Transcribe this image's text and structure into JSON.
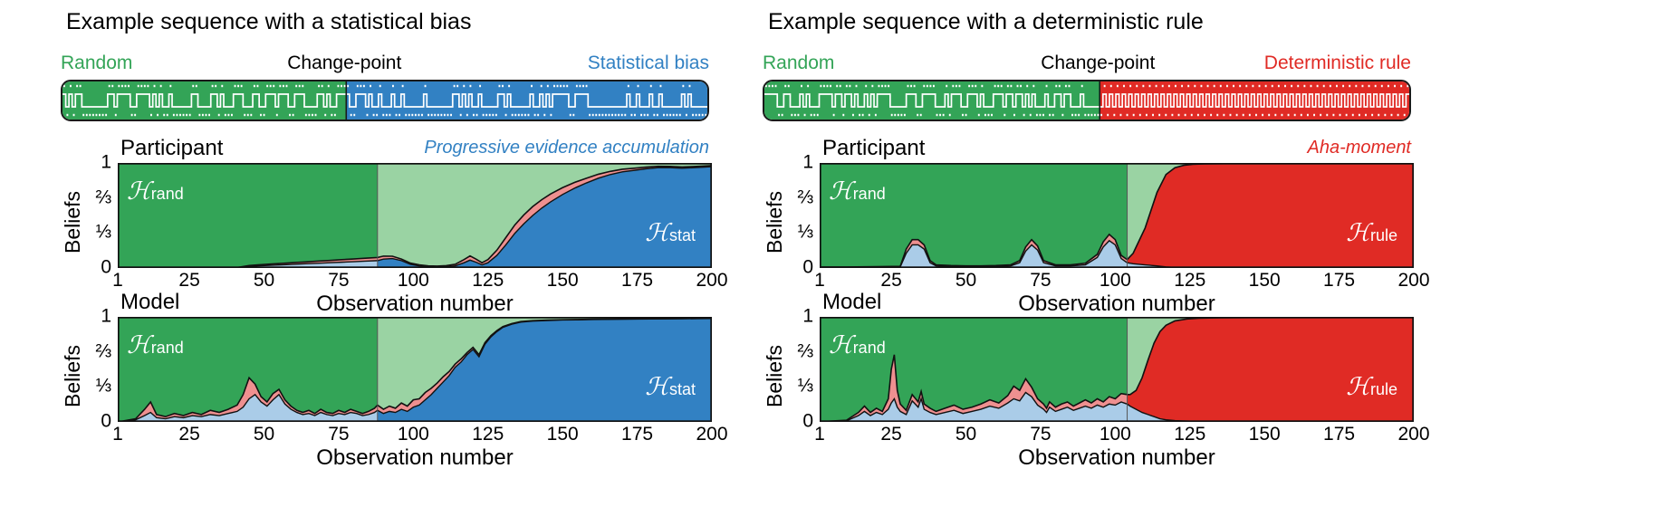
{
  "colors": {
    "green_dark": "#33a457",
    "green_light": "#9ad3a3",
    "blue": "#3281c3",
    "blue_light": "#aacce8",
    "red": "#e02b25",
    "salmon": "#ef9090",
    "black": "#1a1a1a",
    "white": "#ffffff"
  },
  "panels": [
    {
      "id": "statistical",
      "title": "Example sequence with a statistical bias",
      "sequence": {
        "label_left": "Random",
        "label_mid": "Change-point",
        "label_right": "Statistical bias",
        "left_color": "#33a457",
        "right_color": "#3281c3",
        "change_point": 88,
        "n": 200
      },
      "subplots": [
        {
          "id": "participant",
          "title": "Participant",
          "annotation": "Progressive evidence accumulation",
          "annotation_color": "#3281c3",
          "ylabel": "Beliefs",
          "xlabel": "Observation number",
          "yticks": [
            "1",
            "⅔",
            "⅓",
            "0"
          ],
          "ytick_values": [
            1,
            0.6667,
            0.3333,
            0
          ],
          "xticks": [
            "1",
            "25",
            "50",
            "75",
            "100",
            "125",
            "150",
            "175",
            "200"
          ],
          "xtick_values": [
            1,
            25,
            50,
            75,
            100,
            125,
            150,
            175,
            200
          ],
          "label_rand": {
            "sym": "H",
            "sub": "rand"
          },
          "label_other": {
            "sym": "H",
            "sub": "stat"
          },
          "other_color": "#3281c3",
          "change_point": 88
        },
        {
          "id": "model",
          "title": "Model",
          "annotation": "",
          "annotation_color": "#3281c3",
          "ylabel": "Beliefs",
          "xlabel": "Observation number",
          "yticks": [
            "1",
            "⅔",
            "⅓",
            "0"
          ],
          "ytick_values": [
            1,
            0.6667,
            0.3333,
            0
          ],
          "xticks": [
            "1",
            "25",
            "50",
            "75",
            "100",
            "125",
            "150",
            "175",
            "200"
          ],
          "xtick_values": [
            1,
            25,
            50,
            75,
            100,
            125,
            150,
            175,
            200
          ],
          "label_rand": {
            "sym": "H",
            "sub": "rand"
          },
          "label_other": {
            "sym": "H",
            "sub": "stat"
          },
          "other_color": "#3281c3",
          "change_point": 88
        }
      ]
    },
    {
      "id": "deterministic",
      "title": "Example sequence with a deterministic rule",
      "sequence": {
        "label_left": "Random",
        "label_mid": "Change-point",
        "label_right": "Deterministic rule",
        "left_color": "#33a457",
        "right_color": "#e02b25",
        "change_point": 104,
        "n": 200
      },
      "subplots": [
        {
          "id": "participant",
          "title": "Participant",
          "annotation": "Aha-moment",
          "annotation_color": "#e02b25",
          "ylabel": "Beliefs",
          "xlabel": "Observation number",
          "yticks": [
            "1",
            "⅔",
            "⅓",
            "0"
          ],
          "ytick_values": [
            1,
            0.6667,
            0.3333,
            0
          ],
          "xticks": [
            "1",
            "25",
            "50",
            "75",
            "100",
            "125",
            "150",
            "175",
            "200"
          ],
          "xtick_values": [
            1,
            25,
            50,
            75,
            100,
            125,
            150,
            175,
            200
          ],
          "label_rand": {
            "sym": "H",
            "sub": "rand"
          },
          "label_other": {
            "sym": "H",
            "sub": "rule"
          },
          "other_color": "#e02b25",
          "change_point": 104
        },
        {
          "id": "model",
          "title": "Model",
          "annotation": "",
          "annotation_color": "#e02b25",
          "ylabel": "Beliefs",
          "xlabel": "Observation number",
          "yticks": [
            "1",
            "⅔",
            "⅓",
            "0"
          ],
          "ytick_values": [
            1,
            0.6667,
            0.3333,
            0
          ],
          "xticks": [
            "1",
            "25",
            "50",
            "75",
            "100",
            "125",
            "150",
            "175",
            "200"
          ],
          "xtick_values": [
            1,
            25,
            50,
            75,
            100,
            125,
            150,
            175,
            200
          ],
          "label_rand": {
            "sym": "H",
            "sub": "rand"
          },
          "label_other": {
            "sym": "H",
            "sub": "rule"
          },
          "other_color": "#e02b25",
          "change_point": 104
        }
      ]
    }
  ],
  "chart_data": [
    {
      "id": "stat-participant",
      "type": "area",
      "title": "Participant",
      "xlabel": "Observation number",
      "ylabel": "Beliefs",
      "xlim": [
        1,
        200
      ],
      "ylim": [
        0,
        1
      ],
      "grid": false,
      "legend": [
        "Hrand",
        "Hstat",
        "Hrule"
      ],
      "x": [
        1,
        10,
        20,
        30,
        40,
        45,
        48,
        52,
        56,
        60,
        64,
        68,
        72,
        76,
        80,
        84,
        88,
        90,
        93,
        96,
        99,
        102,
        105,
        108,
        111,
        114,
        117,
        119,
        121,
        123,
        125,
        128,
        131,
        134,
        137,
        140,
        143,
        146,
        150,
        154,
        158,
        162,
        166,
        170,
        174,
        178,
        182,
        186,
        190,
        194,
        197,
        200
      ],
      "series": [
        {
          "name": "Hstat",
          "values": [
            0,
            0,
            0,
            0,
            0,
            0.015,
            0.02,
            0.025,
            0.03,
            0.035,
            0.04,
            0.045,
            0.05,
            0.055,
            0.06,
            0.065,
            0.07,
            0.085,
            0.09,
            0.07,
            0.035,
            0.02,
            0.012,
            0.01,
            0.012,
            0.02,
            0.05,
            0.075,
            0.055,
            0.03,
            0.05,
            0.12,
            0.22,
            0.33,
            0.42,
            0.5,
            0.57,
            0.63,
            0.7,
            0.76,
            0.81,
            0.855,
            0.89,
            0.915,
            0.93,
            0.945,
            0.955,
            0.955,
            0.95,
            0.955,
            0.96,
            0.965
          ]
        },
        {
          "name": "Hrule",
          "values": [
            0,
            0,
            0,
            0,
            0,
            0.008,
            0.01,
            0.012,
            0.014,
            0.016,
            0.018,
            0.02,
            0.022,
            0.024,
            0.026,
            0.028,
            0.03,
            0.028,
            0.022,
            0.015,
            0.012,
            0.01,
            0.008,
            0.008,
            0.01,
            0.015,
            0.03,
            0.04,
            0.03,
            0.02,
            0.03,
            0.05,
            0.07,
            0.08,
            0.085,
            0.085,
            0.08,
            0.075,
            0.065,
            0.055,
            0.045,
            0.038,
            0.03,
            0.025,
            0.02,
            0.016,
            0.013,
            0.012,
            0.012,
            0.011,
            0.01,
            0.01
          ]
        }
      ],
      "hrand_is_remainder": true
    },
    {
      "id": "stat-model",
      "type": "area",
      "title": "Model",
      "xlabel": "Observation number",
      "ylabel": "Beliefs",
      "xlim": [
        1,
        200
      ],
      "ylim": [
        0,
        1
      ],
      "grid": false,
      "legend": [
        "Hrand",
        "Hstat",
        "Hrule"
      ],
      "x": [
        1,
        4,
        7,
        10,
        12,
        14,
        17,
        20,
        23,
        26,
        29,
        32,
        35,
        38,
        41,
        43,
        45,
        47,
        49,
        51,
        53,
        55,
        57,
        59,
        61,
        63,
        65,
        67,
        69,
        71,
        73,
        75,
        77,
        79,
        81,
        83,
        85,
        87,
        88,
        90,
        92,
        94,
        96,
        98,
        100,
        102,
        104,
        106,
        108,
        110,
        112,
        114,
        116,
        118,
        120,
        122,
        124,
        126,
        128,
        130,
        133,
        136,
        140,
        145,
        150,
        155,
        160,
        170,
        180,
        190,
        200
      ],
      "series": [
        {
          "name": "Hstat",
          "values": [
            0,
            0.01,
            0.02,
            0.06,
            0.09,
            0.04,
            0.03,
            0.05,
            0.04,
            0.06,
            0.05,
            0.07,
            0.06,
            0.08,
            0.1,
            0.14,
            0.22,
            0.26,
            0.19,
            0.15,
            0.21,
            0.26,
            0.17,
            0.12,
            0.09,
            0.07,
            0.08,
            0.06,
            0.09,
            0.07,
            0.06,
            0.08,
            0.07,
            0.09,
            0.08,
            0.06,
            0.07,
            0.09,
            0.11,
            0.08,
            0.1,
            0.09,
            0.12,
            0.1,
            0.14,
            0.16,
            0.21,
            0.26,
            0.32,
            0.38,
            0.44,
            0.52,
            0.57,
            0.64,
            0.69,
            0.62,
            0.74,
            0.81,
            0.86,
            0.9,
            0.93,
            0.95,
            0.96,
            0.965,
            0.97,
            0.972,
            0.975,
            0.978,
            0.98,
            0.982,
            0.985
          ]
        },
        {
          "name": "Hrule",
          "values": [
            0,
            0.005,
            0.01,
            0.06,
            0.1,
            0.03,
            0.02,
            0.03,
            0.02,
            0.03,
            0.02,
            0.04,
            0.03,
            0.04,
            0.06,
            0.12,
            0.2,
            0.1,
            0.05,
            0.04,
            0.06,
            0.05,
            0.04,
            0.03,
            0.02,
            0.02,
            0.03,
            0.02,
            0.03,
            0.02,
            0.02,
            0.03,
            0.02,
            0.03,
            0.02,
            0.02,
            0.03,
            0.04,
            0.05,
            0.04,
            0.05,
            0.04,
            0.06,
            0.05,
            0.07,
            0.06,
            0.07,
            0.06,
            0.05,
            0.05,
            0.04,
            0.03,
            0.03,
            0.02,
            0.02,
            0.02,
            0.015,
            0.012,
            0.01,
            0.008,
            0.006,
            0.005,
            0.004,
            0.004,
            0.003,
            0.003,
            0.003,
            0.002,
            0.002,
            0.002,
            0.002
          ]
        }
      ],
      "hrand_is_remainder": true
    },
    {
      "id": "rule-participant",
      "type": "area",
      "title": "Participant",
      "xlabel": "Observation number",
      "ylabel": "Beliefs",
      "xlim": [
        1,
        200
      ],
      "ylim": [
        0,
        1
      ],
      "grid": false,
      "legend": [
        "Hrand",
        "Hstat",
        "Hrule"
      ],
      "x": [
        1,
        10,
        20,
        28,
        30,
        32,
        34,
        36,
        38,
        40,
        45,
        50,
        55,
        60,
        65,
        68,
        70,
        72,
        74,
        76,
        80,
        85,
        90,
        94,
        96,
        98,
        100,
        102,
        104,
        106,
        110,
        114,
        117,
        120,
        123,
        126,
        130,
        140,
        150,
        160,
        170,
        180,
        190,
        200
      ],
      "series": [
        {
          "name": "Hstat",
          "values": [
            0.005,
            0.005,
            0.008,
            0.01,
            0.14,
            0.22,
            0.22,
            0.18,
            0.05,
            0.02,
            0.015,
            0.012,
            0.012,
            0.015,
            0.02,
            0.05,
            0.16,
            0.22,
            0.17,
            0.05,
            0.02,
            0.02,
            0.03,
            0.1,
            0.2,
            0.26,
            0.22,
            0.09,
            0.05,
            0.04,
            0.03,
            0.02,
            0.01,
            0.005,
            0.003,
            0.002,
            0.002,
            0.002,
            0.002,
            0.002,
            0.002,
            0.002,
            0.002,
            0.002
          ]
        },
        {
          "name": "Hrule",
          "values": [
            0.004,
            0.004,
            0.005,
            0.006,
            0.04,
            0.05,
            0.05,
            0.04,
            0.02,
            0.01,
            0.008,
            0.008,
            0.008,
            0.008,
            0.01,
            0.02,
            0.04,
            0.05,
            0.04,
            0.02,
            0.01,
            0.01,
            0.015,
            0.03,
            0.05,
            0.06,
            0.05,
            0.03,
            0.03,
            0.1,
            0.35,
            0.7,
            0.88,
            0.95,
            0.975,
            0.985,
            0.99,
            0.993,
            0.994,
            0.995,
            0.995,
            0.996,
            0.996,
            0.996
          ]
        }
      ],
      "hrand_is_remainder": true
    },
    {
      "id": "rule-model",
      "type": "area",
      "title": "Model",
      "xlabel": "Observation number",
      "ylabel": "Beliefs",
      "xlim": [
        1,
        200
      ],
      "ylim": [
        0,
        1
      ],
      "grid": false,
      "legend": [
        "Hrand",
        "Hstat",
        "Hrule"
      ],
      "x": [
        1,
        5,
        10,
        14,
        16,
        18,
        20,
        22,
        24,
        25,
        26,
        27,
        28,
        30,
        32,
        34,
        35,
        36,
        38,
        40,
        43,
        46,
        49,
        52,
        55,
        58,
        61,
        64,
        66,
        68,
        70,
        72,
        74,
        76,
        77,
        78,
        80,
        82,
        84,
        86,
        88,
        90,
        92,
        94,
        96,
        98,
        100,
        102,
        104,
        105,
        107,
        109,
        111,
        113,
        115,
        117,
        120,
        124,
        128,
        135,
        145,
        160,
        175,
        190,
        200
      ],
      "series": [
        {
          "name": "Hstat",
          "values": [
            0,
            0.005,
            0.01,
            0.06,
            0.1,
            0.06,
            0.09,
            0.07,
            0.12,
            0.18,
            0.22,
            0.14,
            0.1,
            0.07,
            0.2,
            0.14,
            0.22,
            0.12,
            0.09,
            0.07,
            0.09,
            0.11,
            0.08,
            0.1,
            0.12,
            0.15,
            0.13,
            0.18,
            0.22,
            0.2,
            0.28,
            0.24,
            0.16,
            0.12,
            0.09,
            0.14,
            0.1,
            0.12,
            0.14,
            0.11,
            0.13,
            0.15,
            0.13,
            0.16,
            0.14,
            0.17,
            0.16,
            0.19,
            0.17,
            0.15,
            0.12,
            0.09,
            0.07,
            0.05,
            0.03,
            0.02,
            0.012,
            0.008,
            0.005,
            0.004,
            0.003,
            0.003,
            0.002,
            0.002,
            0.002
          ]
        },
        {
          "name": "Hrule",
          "values": [
            0,
            0.003,
            0.006,
            0.03,
            0.05,
            0.03,
            0.04,
            0.03,
            0.1,
            0.32,
            0.42,
            0.16,
            0.07,
            0.04,
            0.06,
            0.05,
            0.07,
            0.05,
            0.04,
            0.03,
            0.04,
            0.05,
            0.04,
            0.04,
            0.05,
            0.06,
            0.05,
            0.07,
            0.12,
            0.1,
            0.13,
            0.09,
            0.06,
            0.05,
            0.04,
            0.05,
            0.04,
            0.05,
            0.05,
            0.04,
            0.05,
            0.06,
            0.05,
            0.06,
            0.05,
            0.07,
            0.06,
            0.08,
            0.09,
            0.11,
            0.18,
            0.33,
            0.52,
            0.7,
            0.83,
            0.9,
            0.95,
            0.972,
            0.982,
            0.988,
            0.991,
            0.993,
            0.994,
            0.995,
            0.995
          ]
        }
      ],
      "hrand_is_remainder": true
    }
  ]
}
